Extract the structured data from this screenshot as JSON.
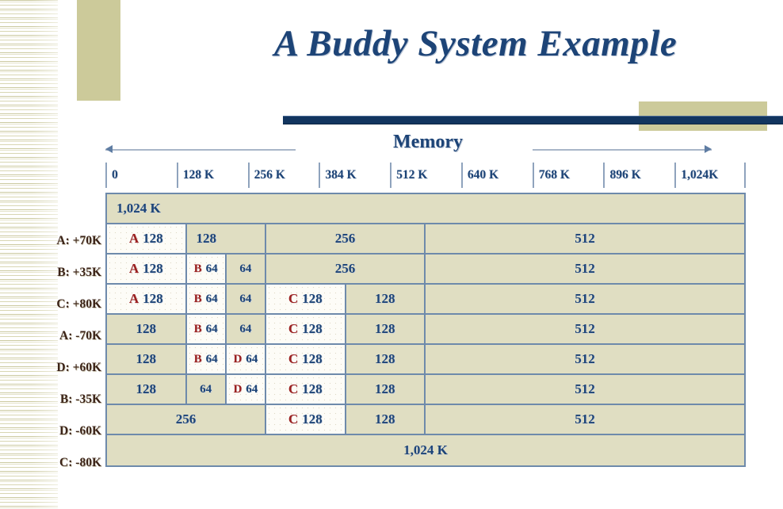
{
  "slide": {
    "title": "A Buddy System Example",
    "memory_caption": "Memory",
    "arrow_left": "left-arrow-icon",
    "arrow_right": "right-arrow-icon"
  },
  "colors": {
    "title_navy": "#1d4477",
    "accent_beige": "#ccca9a",
    "block_free": "#e0dec2",
    "block_used": "#fdfcf7",
    "border": "#6e8aab",
    "owner_red": "#9b2020",
    "label_brown": "#3b2318"
  },
  "scale": {
    "ticks": [
      "0",
      "128 K",
      "256 K",
      "384 K",
      "512 K",
      "640 K",
      "768 K",
      "896 K",
      "1,024K"
    ]
  },
  "chart_data": {
    "type": "table",
    "title": "A Buddy System Example",
    "xlabel": "Memory",
    "x_ticks": [
      "0",
      "128 K",
      "256 K",
      "384 K",
      "512 K",
      "640 K",
      "768 K",
      "896 K",
      "1,024K"
    ],
    "total_memory_k": 1024,
    "row_labels": [
      "",
      "A: +70K",
      "B: +35K",
      "C: +80K",
      "A: -70K",
      "D: +60K",
      "B: -35K",
      "D: -60K",
      "C: -80K"
    ],
    "rows": [
      {
        "event": "",
        "blocks": [
          {
            "owner": "",
            "size": "1,024 K",
            "size_k": 1024,
            "state": "free",
            "align": "left"
          }
        ]
      },
      {
        "event": "A: +70K",
        "blocks": [
          {
            "owner": "A",
            "size": "128",
            "size_k": 128,
            "state": "used",
            "align": "center"
          },
          {
            "owner": "",
            "size": "128",
            "size_k": 128,
            "state": "free",
            "align": "left"
          },
          {
            "owner": "",
            "size": "256",
            "size_k": 256,
            "state": "free",
            "align": "center"
          },
          {
            "owner": "",
            "size": "512",
            "size_k": 512,
            "state": "free",
            "align": "center"
          }
        ]
      },
      {
        "event": "B: +35K",
        "blocks": [
          {
            "owner": "A",
            "size": "128",
            "size_k": 128,
            "state": "used",
            "align": "center"
          },
          {
            "owner": "B",
            "size": "64",
            "size_k": 64,
            "state": "used",
            "align": "center"
          },
          {
            "owner": "",
            "size": "64",
            "size_k": 64,
            "state": "free",
            "align": "center"
          },
          {
            "owner": "",
            "size": "256",
            "size_k": 256,
            "state": "free",
            "align": "center"
          },
          {
            "owner": "",
            "size": "512",
            "size_k": 512,
            "state": "free",
            "align": "center"
          }
        ]
      },
      {
        "event": "C: +80K",
        "blocks": [
          {
            "owner": "A",
            "size": "128",
            "size_k": 128,
            "state": "used",
            "align": "center"
          },
          {
            "owner": "B",
            "size": "64",
            "size_k": 64,
            "state": "used",
            "align": "center"
          },
          {
            "owner": "",
            "size": "64",
            "size_k": 64,
            "state": "free",
            "align": "center"
          },
          {
            "owner": "C",
            "size": "128",
            "size_k": 128,
            "state": "used",
            "align": "center"
          },
          {
            "owner": "",
            "size": "128",
            "size_k": 128,
            "state": "free",
            "align": "center"
          },
          {
            "owner": "",
            "size": "512",
            "size_k": 512,
            "state": "free",
            "align": "center"
          }
        ]
      },
      {
        "event": "A: -70K",
        "blocks": [
          {
            "owner": "",
            "size": "128",
            "size_k": 128,
            "state": "free",
            "align": "center"
          },
          {
            "owner": "B",
            "size": "64",
            "size_k": 64,
            "state": "used",
            "align": "center"
          },
          {
            "owner": "",
            "size": "64",
            "size_k": 64,
            "state": "free",
            "align": "center"
          },
          {
            "owner": "C",
            "size": "128",
            "size_k": 128,
            "state": "used",
            "align": "center"
          },
          {
            "owner": "",
            "size": "128",
            "size_k": 128,
            "state": "free",
            "align": "center"
          },
          {
            "owner": "",
            "size": "512",
            "size_k": 512,
            "state": "free",
            "align": "center"
          }
        ]
      },
      {
        "event": "D: +60K",
        "blocks": [
          {
            "owner": "",
            "size": "128",
            "size_k": 128,
            "state": "free",
            "align": "center"
          },
          {
            "owner": "B",
            "size": "64",
            "size_k": 64,
            "state": "used",
            "align": "center"
          },
          {
            "owner": "D",
            "size": "64",
            "size_k": 64,
            "state": "used",
            "align": "center"
          },
          {
            "owner": "C",
            "size": "128",
            "size_k": 128,
            "state": "used",
            "align": "center"
          },
          {
            "owner": "",
            "size": "128",
            "size_k": 128,
            "state": "free",
            "align": "center"
          },
          {
            "owner": "",
            "size": "512",
            "size_k": 512,
            "state": "free",
            "align": "center"
          }
        ]
      },
      {
        "event": "B: -35K",
        "blocks": [
          {
            "owner": "",
            "size": "128",
            "size_k": 128,
            "state": "free",
            "align": "center"
          },
          {
            "owner": "",
            "size": "64",
            "size_k": 64,
            "state": "free",
            "align": "center"
          },
          {
            "owner": "D",
            "size": "64",
            "size_k": 64,
            "state": "used",
            "align": "center"
          },
          {
            "owner": "C",
            "size": "128",
            "size_k": 128,
            "state": "used",
            "align": "center"
          },
          {
            "owner": "",
            "size": "128",
            "size_k": 128,
            "state": "free",
            "align": "center"
          },
          {
            "owner": "",
            "size": "512",
            "size_k": 512,
            "state": "free",
            "align": "center"
          }
        ]
      },
      {
        "event": "D: -60K",
        "blocks": [
          {
            "owner": "",
            "size": "256",
            "size_k": 256,
            "state": "free",
            "align": "center"
          },
          {
            "owner": "C",
            "size": "128",
            "size_k": 128,
            "state": "used",
            "align": "center"
          },
          {
            "owner": "",
            "size": "128",
            "size_k": 128,
            "state": "free",
            "align": "center"
          },
          {
            "owner": "",
            "size": "512",
            "size_k": 512,
            "state": "free",
            "align": "center"
          }
        ]
      },
      {
        "event": "C: -80K",
        "blocks": [
          {
            "owner": "",
            "size": "1,024 K",
            "size_k": 1024,
            "state": "free",
            "align": "center"
          }
        ]
      }
    ]
  }
}
